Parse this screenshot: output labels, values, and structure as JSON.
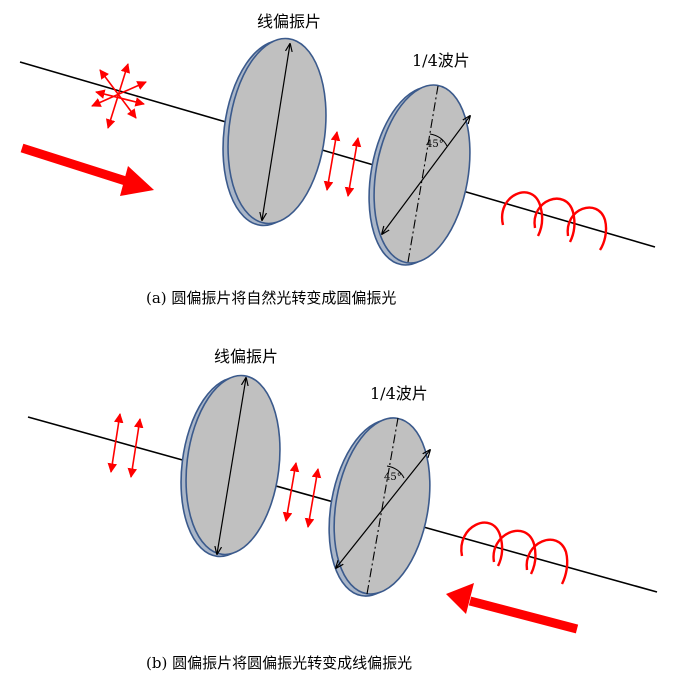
{
  "panel_a": {
    "polarizer_label": "线偏振片",
    "quarter_wave_label": "1/4波片",
    "angle_label": "45°",
    "caption": "(a) 圆偏振片将自然光转变成圆偏振光"
  },
  "panel_b": {
    "polarizer_label": "线偏振片",
    "quarter_wave_label": "1/4波片",
    "angle_label": "45°",
    "caption": "(b) 圆偏振片将圆偏振光转变成线偏振光"
  },
  "colors": {
    "arrow_red": "#ff0000",
    "plate_fill": "#c0c0c0",
    "plate_edge": "#3b5a8c",
    "plate_face": "#aab6c8"
  }
}
